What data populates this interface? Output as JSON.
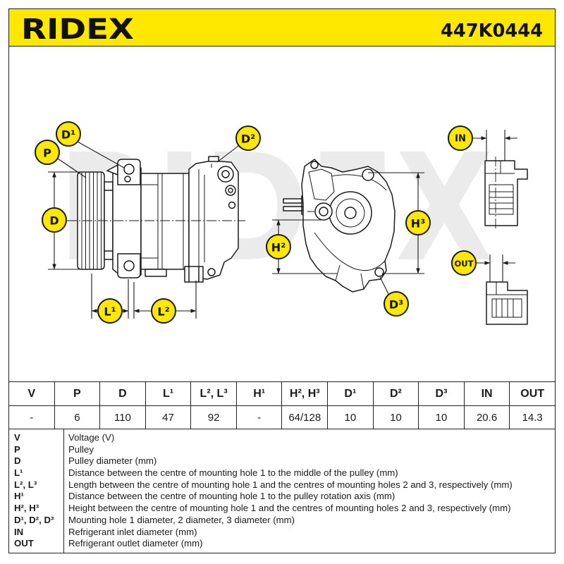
{
  "header": {
    "brand": "RIDEX",
    "part_number": "447K0444"
  },
  "watermark": "RIDEX",
  "diagram": {
    "labels": {
      "d1": "D¹",
      "p": "P",
      "d": "D",
      "l1": "L¹",
      "l2": "L²",
      "d2": "D²",
      "h2": "H²",
      "h3": "H³",
      "d3": "D³",
      "in": "IN",
      "out": "OUT"
    }
  },
  "specs": {
    "columns": [
      "V",
      "P",
      "D",
      "L¹",
      "L², L³",
      "H¹",
      "H², H³",
      "D¹",
      "D²",
      "D³",
      "IN",
      "OUT"
    ],
    "values": [
      "-",
      "6",
      "110",
      "47",
      "92",
      "-",
      "64/128",
      "10",
      "10",
      "10",
      "20.6",
      "14.3"
    ]
  },
  "legend": [
    {
      "code": "V",
      "description": "Voltage (V)"
    },
    {
      "code": "P",
      "description": "Pulley"
    },
    {
      "code": "D",
      "description": "Pulley diameter (mm)"
    },
    {
      "code": "L¹",
      "description": "Distance between the centre of mounting hole 1 to the middle of the pulley (mm)"
    },
    {
      "code": "L², L³",
      "description": "Length between the centre of mounting hole 1 and the centres of mounting holes 2 and 3, respectively (mm)"
    },
    {
      "code": "H¹",
      "description": "Distance between the centre of mounting hole 1 to the pulley rotation axis (mm)"
    },
    {
      "code": "H², H³",
      "description": "Height between the centre of mounting hole 1 and the centres of mounting holes 2 and 3, respectively (mm)"
    },
    {
      "code": "D¹, D², D³",
      "description": "Mounting hole 1 diameter, 2 diameter, 3 diameter (mm)"
    },
    {
      "code": "IN",
      "description": "Refrigerant inlet diameter (mm)"
    },
    {
      "code": "OUT",
      "description": "Refrigerant outlet diameter (mm)"
    }
  ],
  "colors": {
    "accent": "#ffe800",
    "ink": "#1a1a1a",
    "watermark": "#ebebeb"
  }
}
